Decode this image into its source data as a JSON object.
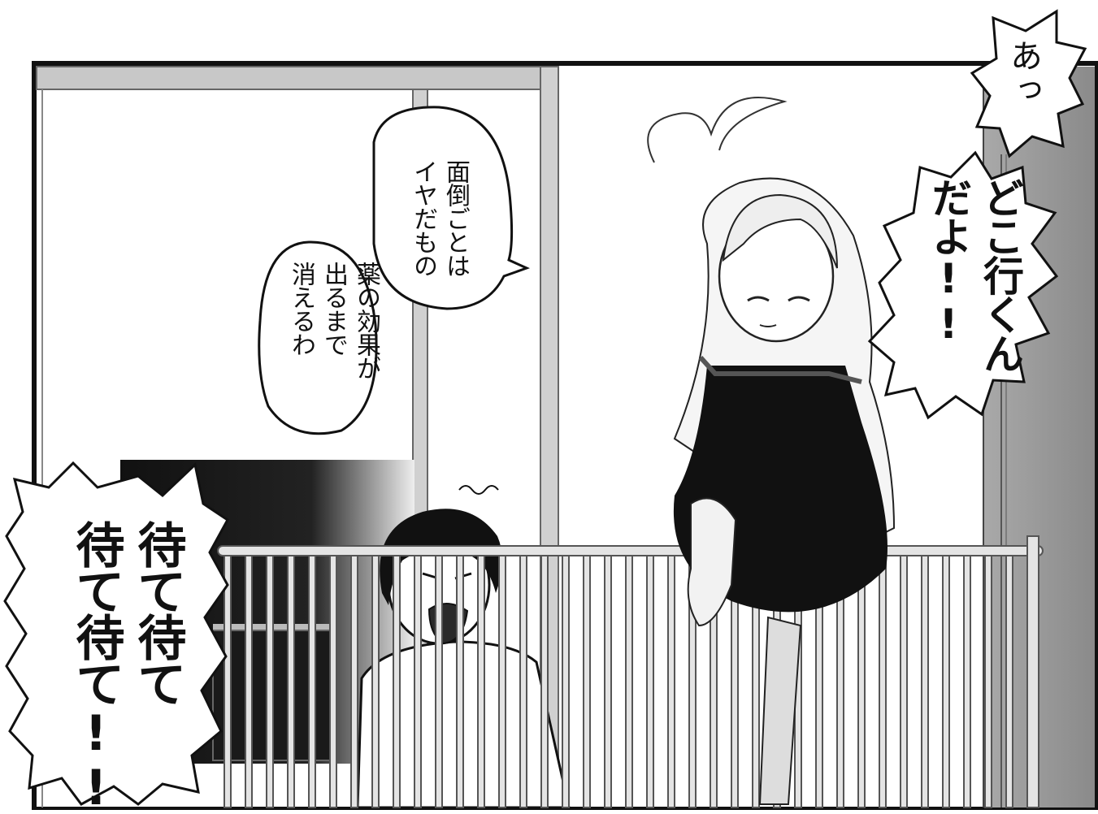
{
  "panel": {
    "bubbles": [
      {
        "id": "a",
        "text": "あっ"
      },
      {
        "id": "b",
        "text": "どこ行くん\nだよ!!"
      },
      {
        "id": "c",
        "text": "面倒ごとは\nイヤだもの"
      },
      {
        "id": "d",
        "text": "薬の効果が\n出るまで\n消えるわ"
      },
      {
        "id": "e",
        "text": "待て待て\n待て待て!!"
      }
    ]
  }
}
